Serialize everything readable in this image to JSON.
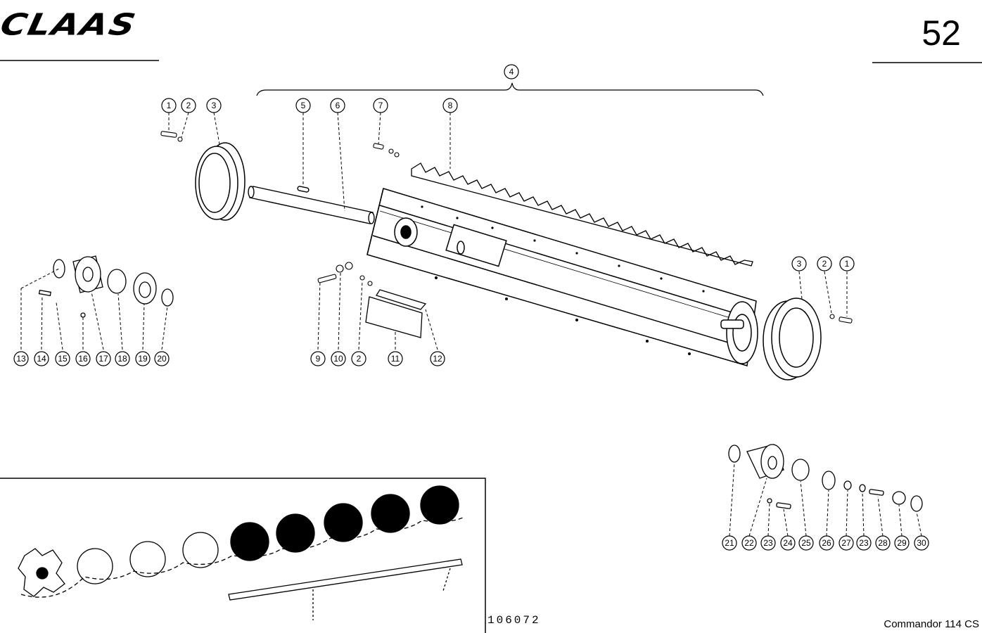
{
  "header": {
    "brand": "CLAAS",
    "page_number": "52"
  },
  "footer": {
    "drawing_number": "106072",
    "model": "Commandor 114 CS"
  },
  "callouts": [
    {
      "label": "4"
    },
    {
      "label": "1"
    },
    {
      "label": "2"
    },
    {
      "label": "3"
    },
    {
      "label": "5"
    },
    {
      "label": "6"
    },
    {
      "label": "7"
    },
    {
      "label": "8"
    },
    {
      "label": "3"
    },
    {
      "label": "2"
    },
    {
      "label": "1"
    },
    {
      "label": "13"
    },
    {
      "label": "14"
    },
    {
      "label": "15"
    },
    {
      "label": "16"
    },
    {
      "label": "17"
    },
    {
      "label": "18"
    },
    {
      "label": "19"
    },
    {
      "label": "20"
    },
    {
      "label": "9"
    },
    {
      "label": "10"
    },
    {
      "label": "2"
    },
    {
      "label": "11"
    },
    {
      "label": "12"
    },
    {
      "label": "21"
    },
    {
      "label": "22"
    },
    {
      "label": "23"
    },
    {
      "label": "24"
    },
    {
      "label": "25"
    },
    {
      "label": "26"
    },
    {
      "label": "27"
    },
    {
      "label": "23"
    },
    {
      "label": "28"
    },
    {
      "label": "29"
    },
    {
      "label": "30"
    }
  ]
}
